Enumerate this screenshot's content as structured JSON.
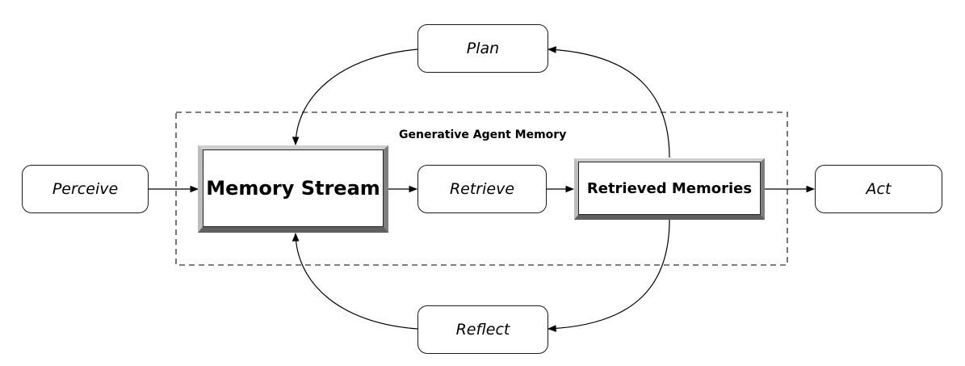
{
  "group": {
    "label": "Generative Agent Memory"
  },
  "nodes": {
    "perceive": "Perceive",
    "memory_stream": "Memory Stream",
    "retrieve": "Retrieve",
    "retrieved_memories": "Retrieved Memories",
    "act": "Act",
    "plan": "Plan",
    "reflect": "Reflect"
  }
}
